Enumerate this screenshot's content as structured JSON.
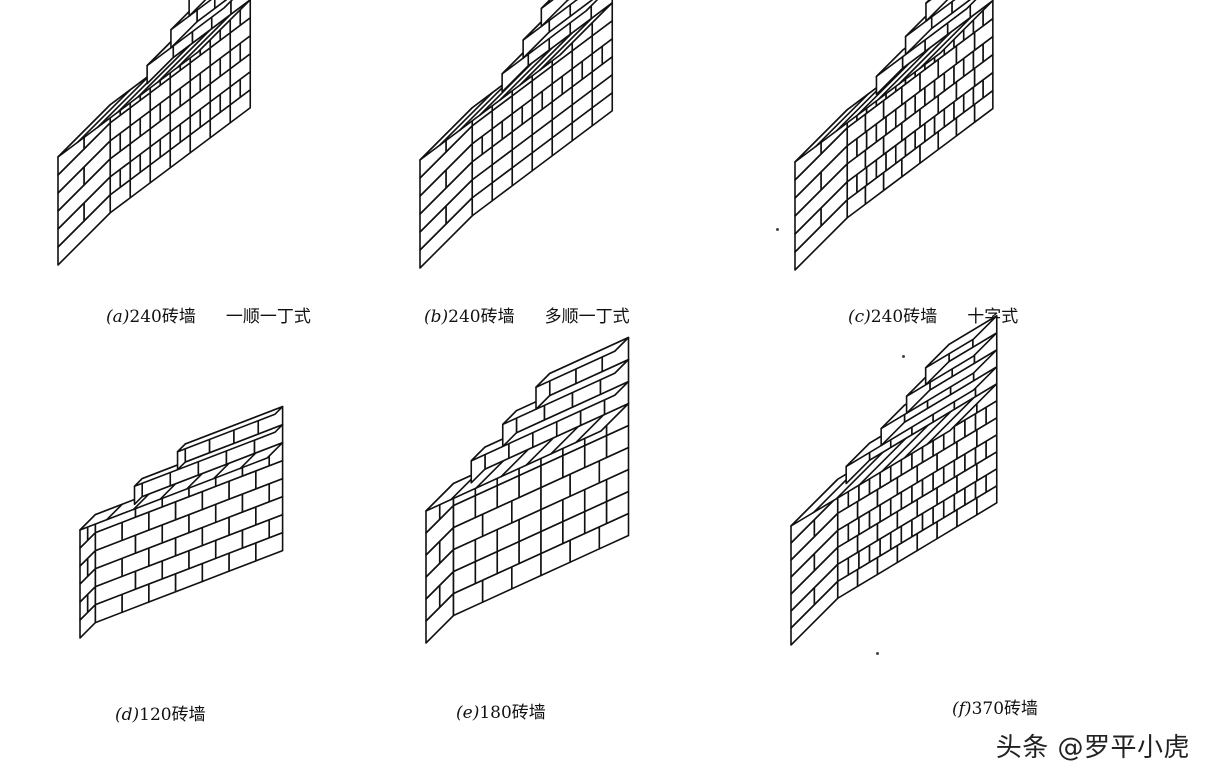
{
  "figures": [
    {
      "id": "a",
      "letter": "(a)",
      "number": "240",
      "wall": "砖墙",
      "pattern": "一顺一丁式"
    },
    {
      "id": "b",
      "letter": "(b)",
      "number": "240",
      "wall": "砖墙",
      "pattern": "多顺一丁式"
    },
    {
      "id": "c",
      "letter": "(c)",
      "number": "240",
      "wall": "砖墙",
      "pattern": "十字式"
    },
    {
      "id": "d",
      "letter": "(d)",
      "number": "120",
      "wall": "砖墙",
      "pattern": ""
    },
    {
      "id": "e",
      "letter": "(e)",
      "number": "180",
      "wall": "砖墙",
      "pattern": ""
    },
    {
      "id": "f",
      "letter": "(f)",
      "number": "370",
      "wall": "砖墙",
      "pattern": ""
    }
  ],
  "watermark": "头条 @罗平小虎"
}
